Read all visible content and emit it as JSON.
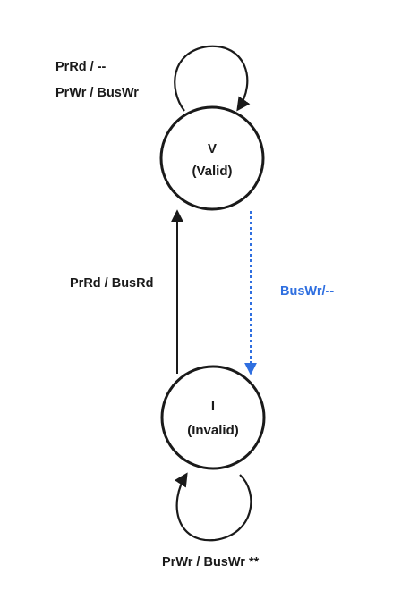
{
  "colors": {
    "ink": "#1a1a1a",
    "bus_accent": "#2f6fe0",
    "background": "#ffffff"
  },
  "states": {
    "valid": {
      "letter": "V",
      "name": "(Valid)"
    },
    "invalid": {
      "letter": "I",
      "name": "(Invalid)"
    }
  },
  "transitions": {
    "valid_self_1": "PrRd / --",
    "valid_self_2": "PrWr / BusWr",
    "invalid_to_valid": "PrRd / BusRd",
    "valid_to_invalid": "BusWr/--",
    "invalid_self": "PrWr / BusWr **"
  }
}
